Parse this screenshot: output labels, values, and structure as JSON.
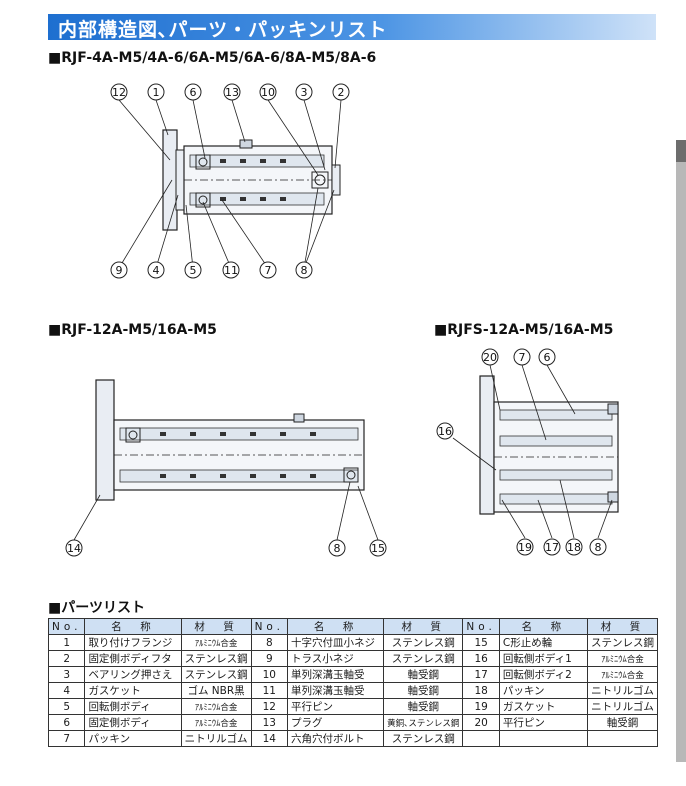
{
  "header": {
    "title": "内部構造図､パーツ・パッキンリスト"
  },
  "diagrams": [
    {
      "title": "■RJF-4A-M5/4A-6/6A-M5/6A-6/8A-M5/8A-6",
      "top_labels": [
        "12",
        "1",
        "6",
        "13",
        "10",
        "3",
        "2"
      ],
      "bottom_labels": [
        "9",
        "4",
        "5",
        "11",
        "7",
        "8"
      ]
    },
    {
      "title": "■RJF-12A-M5/16A-M5",
      "labels": [
        "14",
        "8",
        "15"
      ]
    },
    {
      "title": "■RJFS-12A-M5/16A-M5",
      "top_labels": [
        "20",
        "7",
        "6"
      ],
      "side_labels": [
        "16"
      ],
      "bottom_labels": [
        "19",
        "17",
        "18",
        "8"
      ]
    }
  ],
  "parts_list": {
    "title": "■パーツリスト",
    "headers": [
      "No.",
      "名　称",
      "材　質"
    ],
    "columns": [
      [
        {
          "no": "1",
          "name": "取り付けフランジ",
          "material": "ｱﾙﾐﾆｳﾑ合金"
        },
        {
          "no": "2",
          "name": "固定側ボディフタ",
          "material": "ステンレス鋼"
        },
        {
          "no": "3",
          "name": "ベアリング押さえ",
          "material": "ステンレス鋼"
        },
        {
          "no": "4",
          "name": "ガスケット",
          "material": "ゴム NBR黒"
        },
        {
          "no": "5",
          "name": "回転側ボディ",
          "material": "ｱﾙﾐﾆｳﾑ合金"
        },
        {
          "no": "6",
          "name": "固定側ボディ",
          "material": "ｱﾙﾐﾆｳﾑ合金"
        },
        {
          "no": "7",
          "name": "パッキン",
          "material": "ニトリルゴム"
        }
      ],
      [
        {
          "no": "8",
          "name": "十字穴付皿小ネジ",
          "material": "ステンレス鋼"
        },
        {
          "no": "9",
          "name": "トラス小ネジ",
          "material": "ステンレス鋼"
        },
        {
          "no": "10",
          "name": "単列深溝玉軸受",
          "material": "軸受鋼"
        },
        {
          "no": "11",
          "name": "単列深溝玉軸受",
          "material": "軸受鋼"
        },
        {
          "no": "12",
          "name": "平行ピン",
          "material": "軸受鋼"
        },
        {
          "no": "13",
          "name": "プラグ",
          "material": "黄銅､ステンレス鋼"
        },
        {
          "no": "14",
          "name": "六角穴付ボルト",
          "material": "ステンレス鋼"
        }
      ],
      [
        {
          "no": "15",
          "name": "C形止め輪",
          "material": "ステンレス鋼"
        },
        {
          "no": "16",
          "name": "回転側ボディ1",
          "material": "ｱﾙﾐﾆｳﾑ合金"
        },
        {
          "no": "17",
          "name": "回転側ボディ2",
          "material": "ｱﾙﾐﾆｳﾑ合金"
        },
        {
          "no": "18",
          "name": "パッキン",
          "material": "ニトリルゴム"
        },
        {
          "no": "19",
          "name": "ガスケット",
          "material": "ニトリルゴム"
        },
        {
          "no": "20",
          "name": "平行ピン",
          "material": "軸受鋼"
        },
        {
          "no": "",
          "name": "",
          "material": ""
        }
      ]
    ]
  }
}
